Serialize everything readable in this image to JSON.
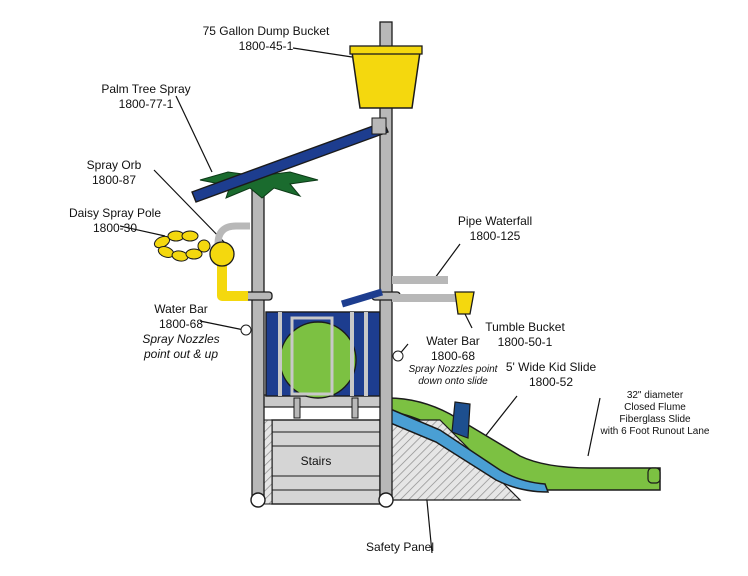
{
  "labels": {
    "dump_bucket": {
      "title": "75 Gallon Dump Bucket",
      "code": "1800-45-1"
    },
    "palm_tree": {
      "title": "Palm Tree Spray",
      "code": "1800-77-1"
    },
    "spray_orb": {
      "title": "Spray Orb",
      "code": "1800-87"
    },
    "daisy_pole": {
      "title": "Daisy Spray Pole",
      "code": "1800-30"
    },
    "water_bar_left": {
      "title": "Water Bar",
      "code": "1800-68",
      "note1": "Spray Nozzles",
      "note2": "point out & up"
    },
    "water_bar_right": {
      "title": "Water Bar",
      "code": "1800-68",
      "note1": "Spray Nozzles point",
      "note2": "down onto slide"
    },
    "pipe_waterfall": {
      "title": "Pipe Waterfall",
      "code": "1800-125"
    },
    "tumble_bucket": {
      "title": "Tumble Bucket",
      "code": "1800-50-1"
    },
    "kid_slide": {
      "title": "5' Wide Kid Slide",
      "code": "1800-52"
    },
    "flume": {
      "line1": "32\" diameter",
      "line2": "Closed Flume",
      "line3": "Fiberglass Slide",
      "line4": "with 6 Foot Runout Lane"
    },
    "stairs": {
      "title": "Stairs"
    },
    "safety_panel": {
      "title": "Safety Panel"
    }
  },
  "colors": {
    "pole": "#b8b8b8",
    "yellow": "#f4d80e",
    "navy": "#1d3d8f",
    "green": "#7cc142",
    "slide_blue": "#4a9fd4",
    "palm_green": "#1a6b2e",
    "hatch": "#999999"
  }
}
